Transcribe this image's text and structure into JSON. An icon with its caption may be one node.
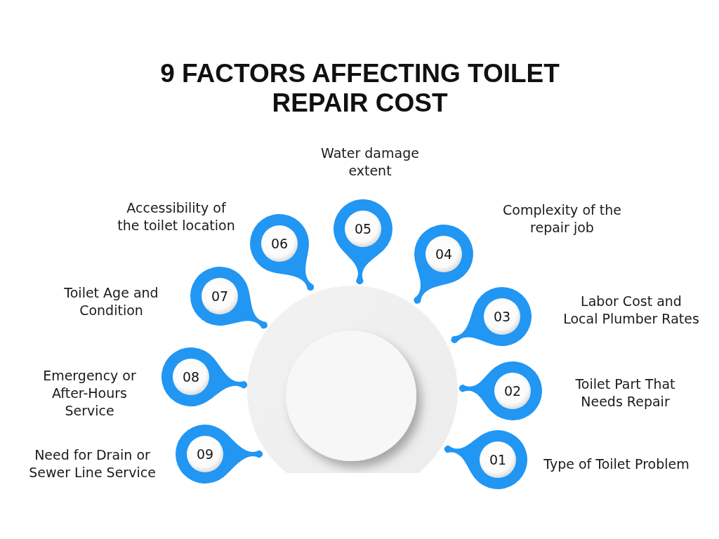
{
  "diagram": {
    "title": "9 FACTORS AFFECTING TOILET REPAIR COST",
    "nodes": [
      {
        "text": [
          "01"
        ],
        "beside": [
          "Type of Toilet Problem"
        ]
      },
      {
        "text": [
          "02"
        ],
        "beside": [
          "Toilet Part That Needs Repair"
        ]
      },
      {
        "text": [
          "03"
        ],
        "beside": [
          "Labor Cost and Local Plumber Rates"
        ]
      },
      {
        "text": [
          "04"
        ],
        "beside": [
          "Complexity of the repair job"
        ]
      },
      {
        "text": [
          "05"
        ],
        "beside": [
          "Water damage extent"
        ]
      },
      {
        "text": [
          "06"
        ],
        "beside": [
          "Accessibility of the toilet location"
        ]
      },
      {
        "text": [
          "07"
        ],
        "beside": [
          "Toilet Age and Condition"
        ]
      },
      {
        "text": [
          "08"
        ],
        "beside": [
          "Emergency or After-Hours Service"
        ]
      },
      {
        "text": [
          "09"
        ],
        "beside": [
          "Need for Drain or Sewer Line Service"
        ]
      }
    ]
  }
}
